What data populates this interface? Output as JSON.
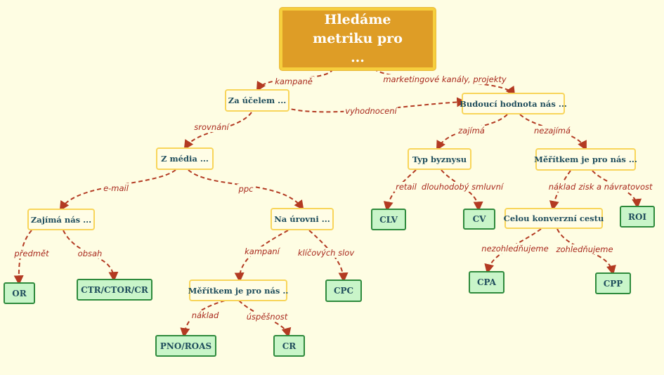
{
  "colors": {
    "background": "#fefde3",
    "root_fill": "#de9d26",
    "root_border": "#f6cf3d",
    "mid_border": "#f8d55a",
    "leaf_fill": "#c9f5c9",
    "leaf_border": "#2e8a3c",
    "edge": "#b33a22",
    "node_text": "#1f4d5c"
  },
  "nodes": {
    "root": "Hledáme metriku pro ...",
    "za_ucelem": "Za účelem ...",
    "budouci_hodnota": "Budoucí hodnota nás ...",
    "z_media": "Z média ...",
    "typ_byznysu": "Typ byznysu",
    "meritkem_1": "Měřítkem je pro nás ...",
    "zajima_nas": "Zajímá nás ...",
    "na_urovni": "Na úrovni ...",
    "clv": "CLV",
    "cv": "CV",
    "celou_cestu": "Celou konverzní cestu",
    "roi": "ROI",
    "or": "OR",
    "ctr": "CTR/CTOR/CR",
    "meritkem_2": "Měřítkem je pro nás ..",
    "cpc": "CPC",
    "cpa": "CPA",
    "cpp": "CPP",
    "pno": "PNO/ROAS",
    "cr": "CR"
  },
  "edge_labels": {
    "kampane": "kampaně",
    "kanaly": "marketingové kanály, projekty",
    "vyhodnoceni": "vyhodnocení",
    "srovnani": "srovnání",
    "zajima": "zajímá",
    "nezajima": "nezajímá",
    "email": "e-mail",
    "ppc": "ppc",
    "retail": "retail",
    "dlouhodoby": "dlouhodobý smluvní",
    "naklad_1": "náklad",
    "zisk": "zisk a návratovost",
    "predmet": "předmět",
    "obsah": "obsah",
    "kampani": "kampaní",
    "klicovych": "klíčových slov",
    "nezohlednujeme": "nezohledňujeme",
    "zohlednujeme": "zohledňujeme",
    "naklad_2": "náklad",
    "uspesnost": "úspěšnost"
  }
}
